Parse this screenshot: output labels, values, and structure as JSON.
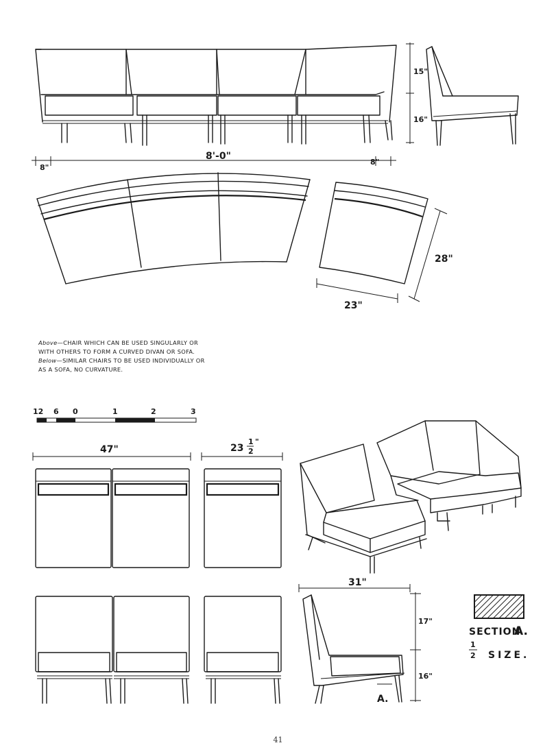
{
  "top_elevation": {
    "overall_width": "8'-0\"",
    "end_left": "8\"",
    "end_right": "8\"",
    "back_height": "15\"",
    "seat_height": "16\""
  },
  "curved_plan": {
    "depth": "28\"",
    "width": "23\""
  },
  "caption": {
    "above_label": "Above",
    "above_text": "—CHAIR WHICH CAN BE USED SINGULARLY OR WITH OTHERS TO FORM A CURVED DIVAN OR SOFA.",
    "below_label": "Below",
    "below_text": "—SIMILAR CHAIRS TO BE USED INDIVIDUALLY OR AS A SOFA, NO CURVATURE."
  },
  "scale_bar": {
    "ticks": [
      "12",
      "6",
      "0",
      "1",
      "2",
      "3"
    ]
  },
  "lower_plan": {
    "pair_width": "47\"",
    "single_width_whole": "23",
    "single_width_fraction_num": "1",
    "single_width_fraction_den": "2",
    "single_width_unit": "\""
  },
  "side_section": {
    "depth": "31\"",
    "back_height": "17\"",
    "seat_height": "16\"",
    "section_mark": "A."
  },
  "section_key": {
    "label": "SECTION",
    "letter": "A.",
    "scale_num": "1",
    "scale_den": "2",
    "scale_text": "SIZE."
  },
  "page_number": "41"
}
